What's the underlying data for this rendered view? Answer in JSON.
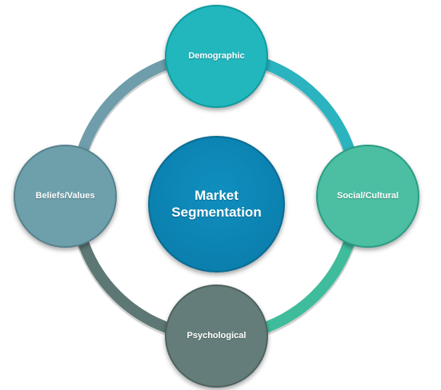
{
  "diagram": {
    "center": {
      "label": "Market Segmentation",
      "color": "#0f8fbf"
    },
    "nodes": [
      {
        "label": "Demographic",
        "color": "#22b6bd"
      },
      {
        "label": "Social/Cultural",
        "color": "#4cbfa3"
      },
      {
        "label": "Psychological",
        "color": "#657d7a"
      },
      {
        "label": "Beliefs/Values",
        "color": "#6ea0ac"
      }
    ],
    "ring_colors": {
      "top_right": "#2bb3c0",
      "bottom_right": "#3fbc9c",
      "bottom_left": "#5d7774",
      "top_left": "#6f9dab"
    }
  }
}
